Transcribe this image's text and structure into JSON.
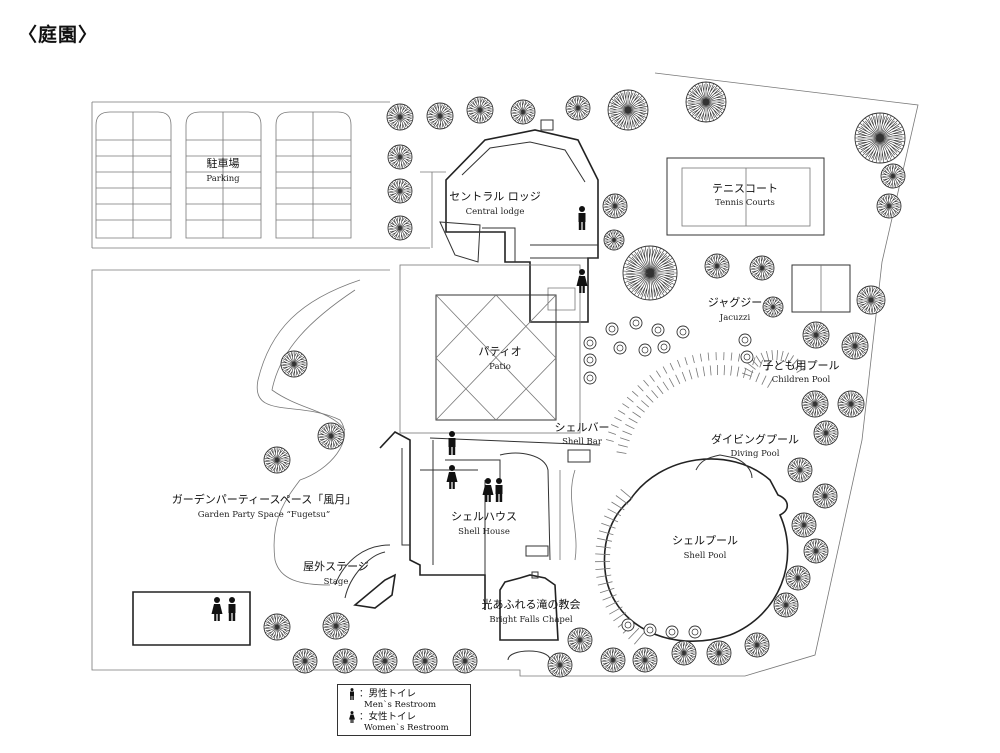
{
  "heading": "〈庭園〉",
  "labels": {
    "parking": {
      "jp": "駐車場",
      "en": "Parking"
    },
    "central_lodge": {
      "jp": "セントラル ロッジ",
      "en": "Central lodge"
    },
    "tennis": {
      "jp": "テニスコート",
      "en": "Tennis Courts"
    },
    "jacuzzi": {
      "jp": "ジャグジー",
      "en": "Jacuzzi"
    },
    "patio": {
      "jp": "パティオ",
      "en": "Patio"
    },
    "children_pool": {
      "jp": "子ども用プール",
      "en": "Children Pool"
    },
    "shell_bar": {
      "jp": "シェルバー",
      "en": "Shell Bar"
    },
    "diving_pool": {
      "jp": "ダイビングプール",
      "en": "Diving Pool"
    },
    "garden_party": {
      "jp": "ガーデンパーティースペース「風月」",
      "en": "Garden Party Space “Fugetsu”"
    },
    "shell_house": {
      "jp": "シェルハウス",
      "en": "Shell House"
    },
    "shell_pool": {
      "jp": "シェルプール",
      "en": "Shell Pool"
    },
    "stage": {
      "jp": "屋外ステージ",
      "en": "Stage"
    },
    "chapel": {
      "jp": "光あふれる滝の教会",
      "en": "Bright Falls Chapel"
    }
  },
  "legend": {
    "men": {
      "jp": "：男性トイレ",
      "en": "Men`s Restroom"
    },
    "women": {
      "jp": "：女性トイレ",
      "en": "Women`s Restroom"
    }
  },
  "icons": {
    "tree": "tree-icon",
    "men_restroom": "men-restroom-icon",
    "women_restroom": "women-restroom-icon"
  },
  "colors": {
    "line": "#333333",
    "background": "#ffffff",
    "ink": "#111111"
  }
}
